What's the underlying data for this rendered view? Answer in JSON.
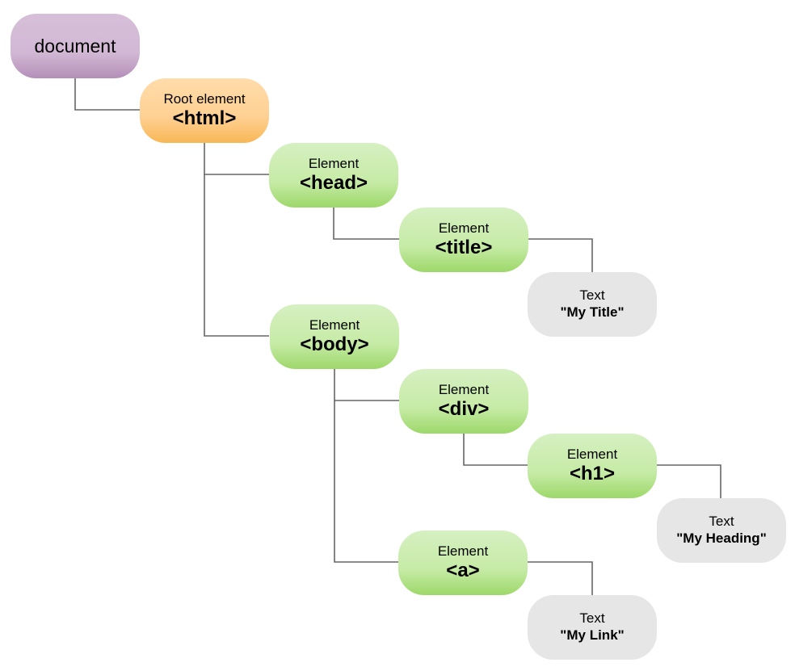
{
  "diagram": {
    "nodes": [
      {
        "id": "document",
        "caption": "document",
        "tag": "",
        "kind": "document"
      },
      {
        "id": "html",
        "caption": "Root element",
        "tag": "<html>",
        "kind": "root"
      },
      {
        "id": "head",
        "caption": "Element",
        "tag": "<head>",
        "kind": "element"
      },
      {
        "id": "title",
        "caption": "Element",
        "tag": "<title>",
        "kind": "element"
      },
      {
        "id": "title_text",
        "caption": "Text",
        "tag": "\"My Title\"",
        "kind": "text"
      },
      {
        "id": "body",
        "caption": "Element",
        "tag": "<body>",
        "kind": "element"
      },
      {
        "id": "div",
        "caption": "Element",
        "tag": "<div>",
        "kind": "element"
      },
      {
        "id": "h1",
        "caption": "Element",
        "tag": "<h1>",
        "kind": "element"
      },
      {
        "id": "h1_text",
        "caption": "Text",
        "tag": "\"My Heading\"",
        "kind": "text"
      },
      {
        "id": "a",
        "caption": "Element",
        "tag": "<a>",
        "kind": "element"
      },
      {
        "id": "a_text",
        "caption": "Text",
        "tag": "\"My Link\"",
        "kind": "text"
      }
    ],
    "edges": [
      {
        "from": "document",
        "to": "html"
      },
      {
        "from": "html",
        "to": "head"
      },
      {
        "from": "html",
        "to": "body"
      },
      {
        "from": "head",
        "to": "title"
      },
      {
        "from": "title",
        "to": "title_text"
      },
      {
        "from": "body",
        "to": "div"
      },
      {
        "from": "body",
        "to": "a"
      },
      {
        "from": "div",
        "to": "h1"
      },
      {
        "from": "h1",
        "to": "h1_text"
      },
      {
        "from": "a",
        "to": "a_text"
      }
    ],
    "colors": {
      "document": "#d2b8d5",
      "root": "#ffd093",
      "element": "#c6eba6",
      "text": "#e6e6e6",
      "connector": "#666666"
    }
  }
}
